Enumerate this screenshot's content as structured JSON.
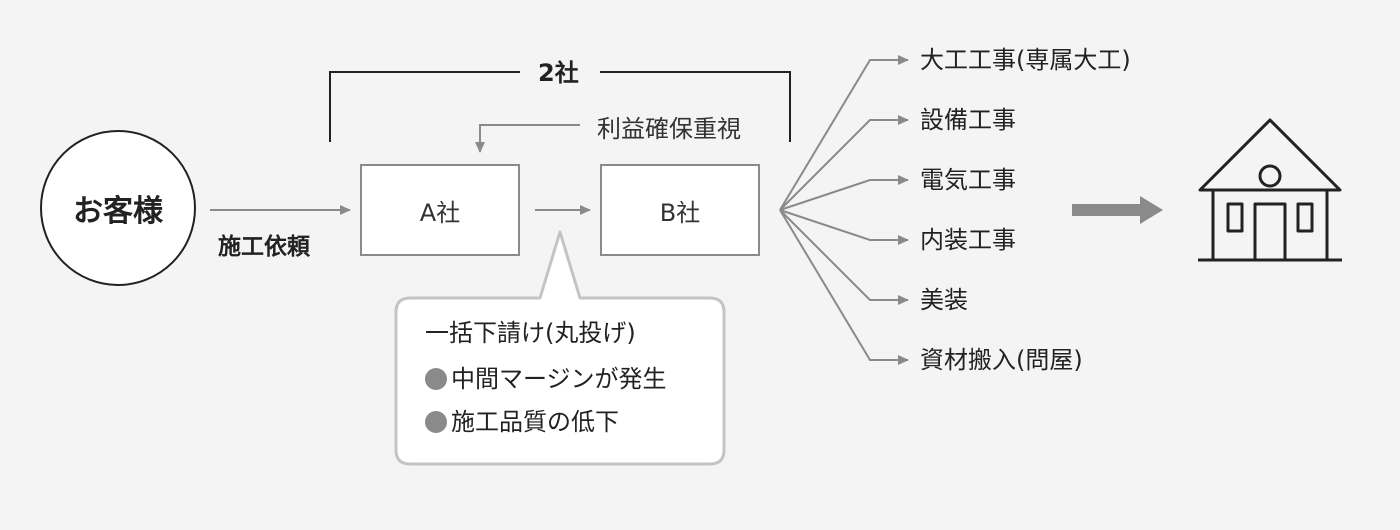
{
  "customer": {
    "label": "お客様"
  },
  "request_label": "施工依頼",
  "companies": {
    "a": "A社",
    "b": "B社"
  },
  "bracket_label": "2社",
  "profit_label": "利益確保重視",
  "bubble": {
    "title": "一括下請け(丸投げ)",
    "points": [
      "中間マージンが発生",
      "施工品質の低下"
    ]
  },
  "works": [
    "大工工事(専属大工)",
    "設備工事",
    "電気工事",
    "内装工事",
    "美装",
    "資材搬入(問屋)"
  ],
  "colors": {
    "line": "#8a8a8a",
    "dark": "#222222",
    "background": "#f4f4f4"
  },
  "icons": {
    "destination": "house-icon",
    "flow": "thick-arrow-icon"
  }
}
